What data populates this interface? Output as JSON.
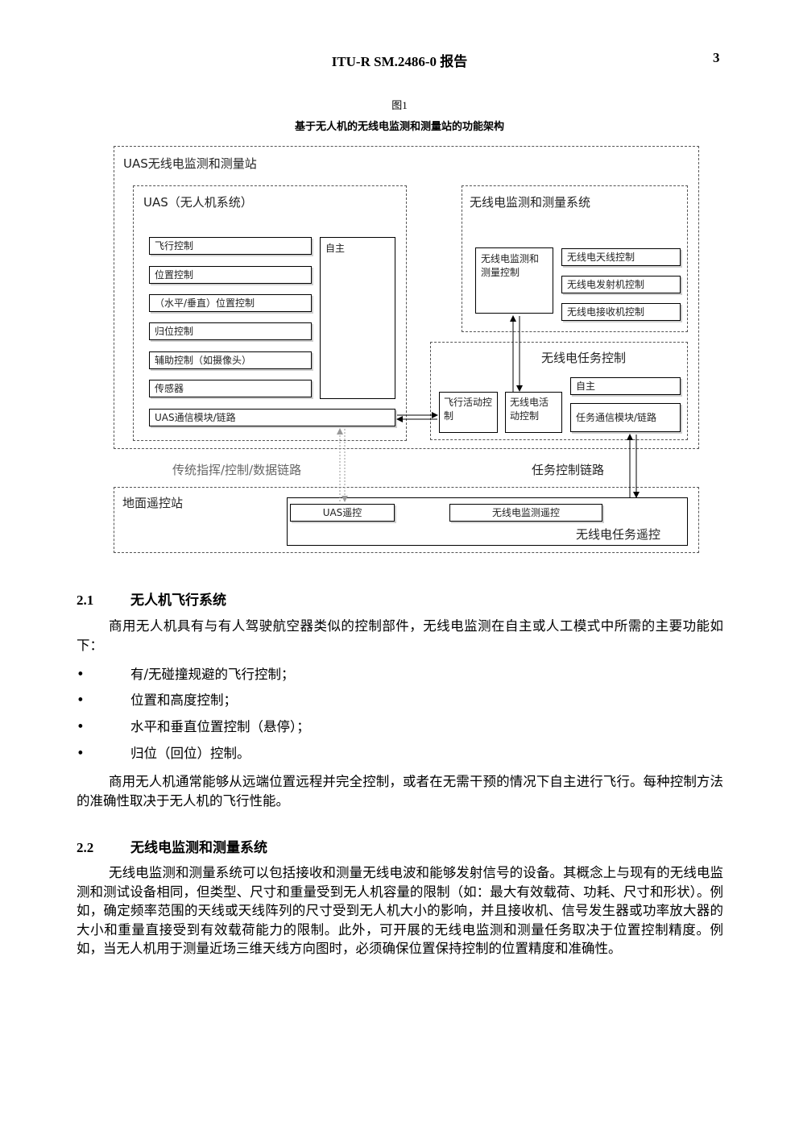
{
  "header": {
    "title": "ITU-R  SM.2486-0 报告",
    "page": "3"
  },
  "figure": {
    "number": "图1",
    "title": "基于无人机的无线电监测和测量站的功能架构",
    "station_label": "UAS无线电监测和测量站",
    "uas": {
      "label": "UAS（无人机系统）",
      "items": [
        "飞行控制",
        "位置控制",
        "（水平/垂直）位置控制",
        "归位控制",
        "辅助控制（如摄像头）",
        "传感器"
      ],
      "autonomous": "自主",
      "comm": "UAS通信模块/链路"
    },
    "radio_system": {
      "label": "无线电监测和测量系统",
      "control": "无线电监测和测量控制",
      "items": [
        "无线电天线控制",
        "无线电发射机控制",
        "无线电接收机控制"
      ]
    },
    "mission": {
      "label": "无线电任务控制",
      "flight_activity": "飞行活动控制",
      "radio_activity": "无线电活动控制",
      "autonomous": "自主",
      "comm": "任务通信模块/链路"
    },
    "links": {
      "traditional": "传统指挥/控制/数据链路",
      "mission": "任务控制链路"
    },
    "ground": {
      "label": "地面遥控站",
      "uas_remote": "UAS遥控",
      "radio_remote": "无线电监测遥控",
      "mission_remote": "无线电任务遥控"
    }
  },
  "sections": [
    {
      "number": "2.1",
      "title": "无人机飞行系统",
      "intro": "商用无人机具有与有人驾驶航空器类似的控制部件，无线电监测在自主或人工模式中所需的主要功能如下：",
      "bullets": [
        "有/无碰撞规避的飞行控制；",
        "位置和高度控制；",
        "水平和垂直位置控制（悬停）；",
        "归位（回位）控制。"
      ],
      "outro": "商用无人机通常能够从远端位置远程并完全控制，或者在无需干预的情况下自主进行飞行。每种控制方法的准确性取决于无人机的飞行性能。"
    },
    {
      "number": "2.2",
      "title": "无线电监测和测量系统",
      "body": "无线电监测和测量系统可以包括接收和测量无线电波和能够发射信号的设备。其概念上与现有的无线电监测和测试设备相同，但类型、尺寸和重量受到无人机容量的限制（如：最大有效载荷、功耗、尺寸和形状）。例如，确定频率范围的天线或天线阵列的尺寸受到无人机大小的影响，并且接收机、信号发生器或功率放大器的大小和重量直接受到有效载荷能力的限制。此外，可开展的无线电监测和测量任务取决于位置控制精度。例如，当无人机用于测量近场三维天线方向图时，必须确保位置保持控制的位置精度和准确性。"
    }
  ]
}
